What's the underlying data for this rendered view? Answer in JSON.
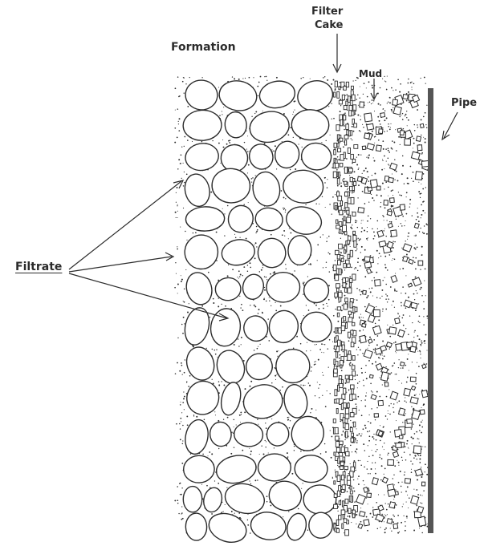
{
  "labels": {
    "filter": "Filter",
    "cake": "Cake",
    "formation": "Formation",
    "mud": "Mud",
    "pipe": "Pipe",
    "filtrate": "Filtrate"
  },
  "colors": {
    "ink": "#2b2b2b",
    "paper": "#ffffff",
    "pipe": "#555555"
  }
}
